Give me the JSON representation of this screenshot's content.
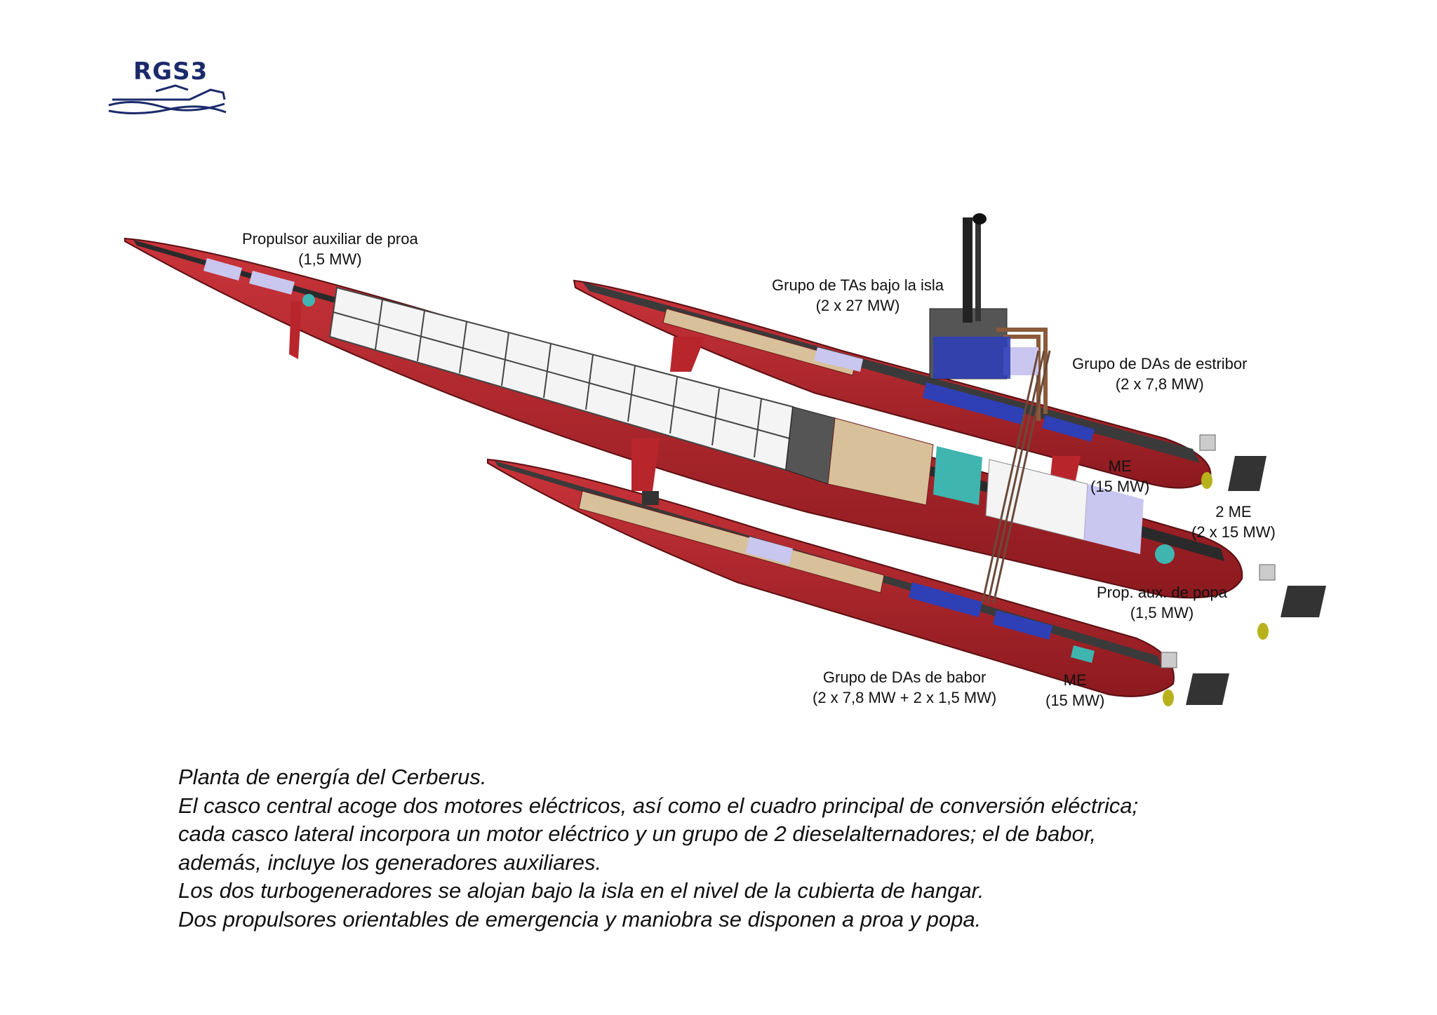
{
  "logo": {
    "text": "RGS3"
  },
  "diagram": {
    "labels": {
      "bow_thruster": {
        "line1": "Propulsor auxiliar de proa",
        "line2": "(1,5 MW)"
      },
      "turbo_group": {
        "line1": "Grupo de TAs bajo la isla",
        "line2": "(2 x 27 MW)"
      },
      "starboard_da": {
        "line1": "Grupo de DAs de estribor",
        "line2": "(2 x 7,8 MW)"
      },
      "me_starboard": {
        "line1": "ME",
        "line2": "(15 MW)"
      },
      "me_center": {
        "line1": "2 ME",
        "line2": "(2 x 15 MW)"
      },
      "stern_thruster": {
        "line1": "Prop. aux. de popa",
        "line2": "(1,5 MW)"
      },
      "port_da": {
        "line1": "Grupo de DAs de babor",
        "line2": "(2 x 7,8 MW + 2 x 1,5 MW)"
      },
      "me_port": {
        "line1": "ME",
        "line2": "(15 MW)"
      }
    },
    "colors": {
      "hull": "#b8262c",
      "deck_dark": "#2a2a2a",
      "tank": "#d8c09a",
      "battery": "#f4f4f4",
      "generator": "#2f3fb5",
      "teal": "#3fb5b0",
      "lavender": "#c9c6f0"
    }
  },
  "caption": {
    "lines": [
      "Planta de energía del Cerberus.",
      "El casco central acoge dos motores eléctricos, así como el cuadro principal de conversión eléctrica;",
      "cada casco lateral incorpora un motor eléctrico y un grupo de 2 dieselalternadores; el de babor,",
      "además, incluye los generadores auxiliares.",
      "Los dos turbogeneradores se alojan bajo la isla en el nivel de la cubierta de hangar.",
      "Dos propulsores orientables de emergencia y maniobra se disponen a proa y popa."
    ]
  }
}
